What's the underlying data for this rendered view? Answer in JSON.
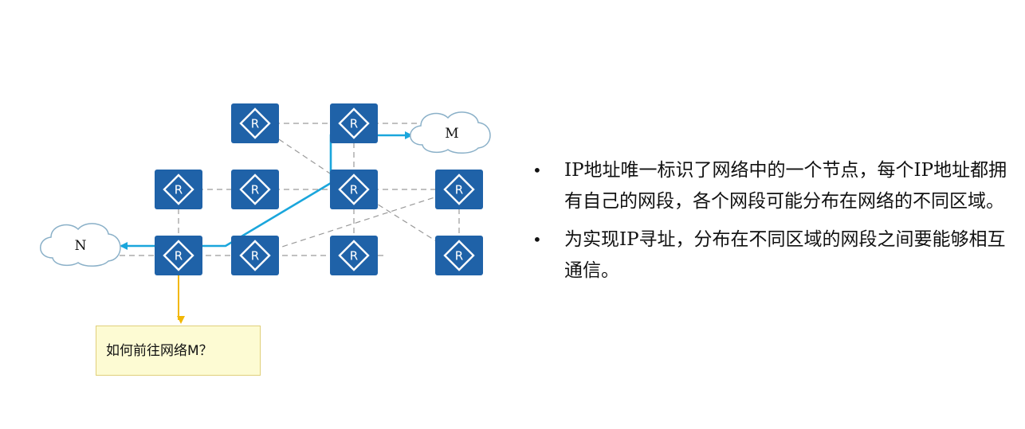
{
  "router_symbol": "R",
  "clouds": {
    "m": {
      "label": "M"
    },
    "n": {
      "label": "N"
    }
  },
  "note": {
    "text": "如何前往网络M？"
  },
  "bullets": [
    "IP地址唯一标识了网络中的一个节点，每个IP地址都拥有自己的网段，各个网段可能分布在网络的不同区域。",
    "为实现IP寻址，分布在不同区域的网段之间要能够相互通信。"
  ],
  "colors": {
    "router_fill": "#1f62a8",
    "route_path": "#1aa6dc",
    "query_arrow": "#f2b705",
    "link_dashed": "#9a9a9a"
  }
}
